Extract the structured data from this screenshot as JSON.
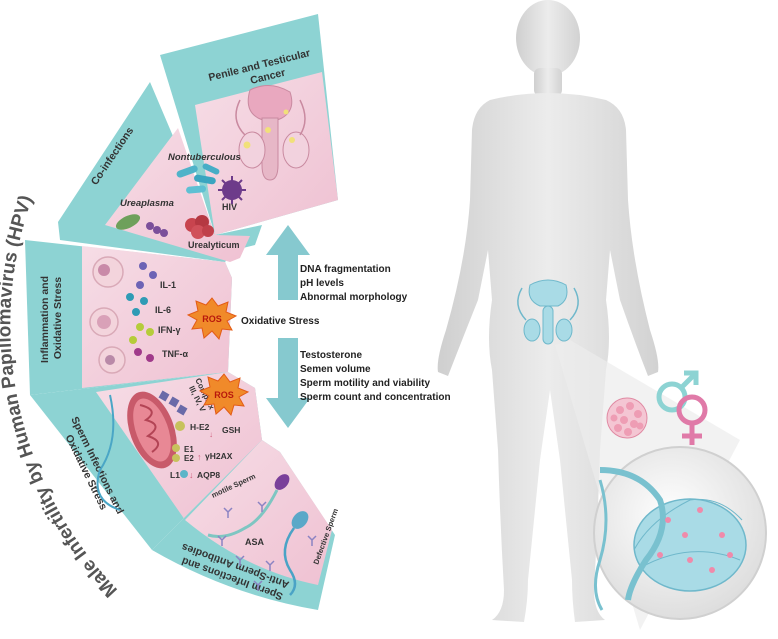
{
  "title": "Male Infertility by Human Papillomavirus (HPV)",
  "segments": {
    "cancer": {
      "label_line1": "Penile and Testicular",
      "label_line2": "Cancer"
    },
    "coinfections": {
      "label": "Co-infections",
      "organisms": [
        "Nontuberculous",
        "Ureaplasma",
        "Urealyticum",
        "HIV"
      ]
    },
    "inflammation": {
      "label_line1": "Inflammation and",
      "label_line2": "Oxidative Stress",
      "cytokines": [
        "IL-1",
        "IL-6",
        "IFN-γ",
        "TNF-α"
      ],
      "ros": "ROS"
    },
    "sperm_oxidative": {
      "label_line1": "Sperm Infections and",
      "label_line2": "Oxidative Stress",
      "complex_line1": "Complex",
      "complex_line2": "III, IV, V",
      "ros": "ROS",
      "labels": [
        "H-E2",
        "GSH",
        "E1",
        "E2",
        "γH2AX",
        "L1",
        "AQP8"
      ]
    },
    "antibodies": {
      "label_line1": "Sperm Infections and",
      "label_line2": "Anti-Sperm Antibodies",
      "motile": "motile Sperm",
      "asa": "ASA",
      "defective": "Defective Sperm"
    }
  },
  "center": {
    "up_effects": [
      "DNA fragmentation",
      "pH levels",
      "Abnormal morphology"
    ],
    "middle": "Oxidative Stress",
    "down_effects": [
      "Testosterone",
      "Semen volume",
      "Sperm motility and viability",
      "Sperm count and concentration"
    ]
  },
  "colors": {
    "teal": "#8dd3d3",
    "pink": "#f1c9d8",
    "arrow": "#86c9cf",
    "body": "#dcdcdc",
    "ros": "#f08a2a"
  }
}
